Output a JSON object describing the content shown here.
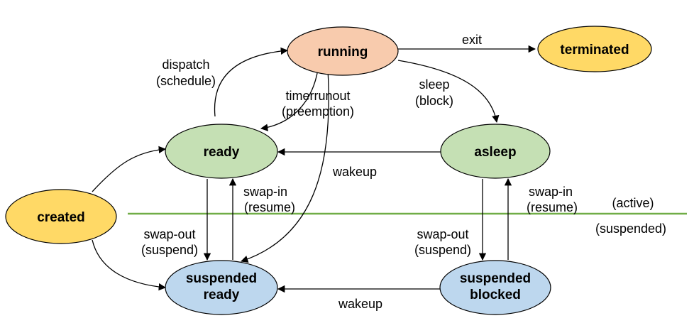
{
  "states": {
    "running": "running",
    "terminated": "terminated",
    "ready": "ready",
    "asleep": "asleep",
    "created": "created",
    "suspended_ready": [
      "suspended",
      "ready"
    ],
    "suspended_blocked": [
      "suspended",
      "blocked"
    ]
  },
  "edges": {
    "exit": "exit",
    "dispatch": [
      "dispatch",
      "(schedule)"
    ],
    "timer": [
      "timerrunout",
      "(preemption)"
    ],
    "sleep": [
      "sleep",
      "(block)"
    ],
    "wakeup_active": "wakeup",
    "swapin_left": [
      "swap-in",
      "(resume)"
    ],
    "swapout_left": [
      "swap-out",
      "(suspend)"
    ],
    "swapin_right": [
      "swap-in",
      "(resume)"
    ],
    "swapout_right": [
      "swap-out",
      "(suspend)"
    ],
    "wakeup_suspended": "wakeup"
  },
  "zones": {
    "active": "(active)",
    "suspended": "(suspended)"
  },
  "colors": {
    "running": "#f8cbad",
    "terminated": "#ffd966",
    "active_state": "#c5e0b4",
    "created": "#ffd966",
    "suspended_state": "#bdd7ee",
    "divider": "#70ad47"
  }
}
